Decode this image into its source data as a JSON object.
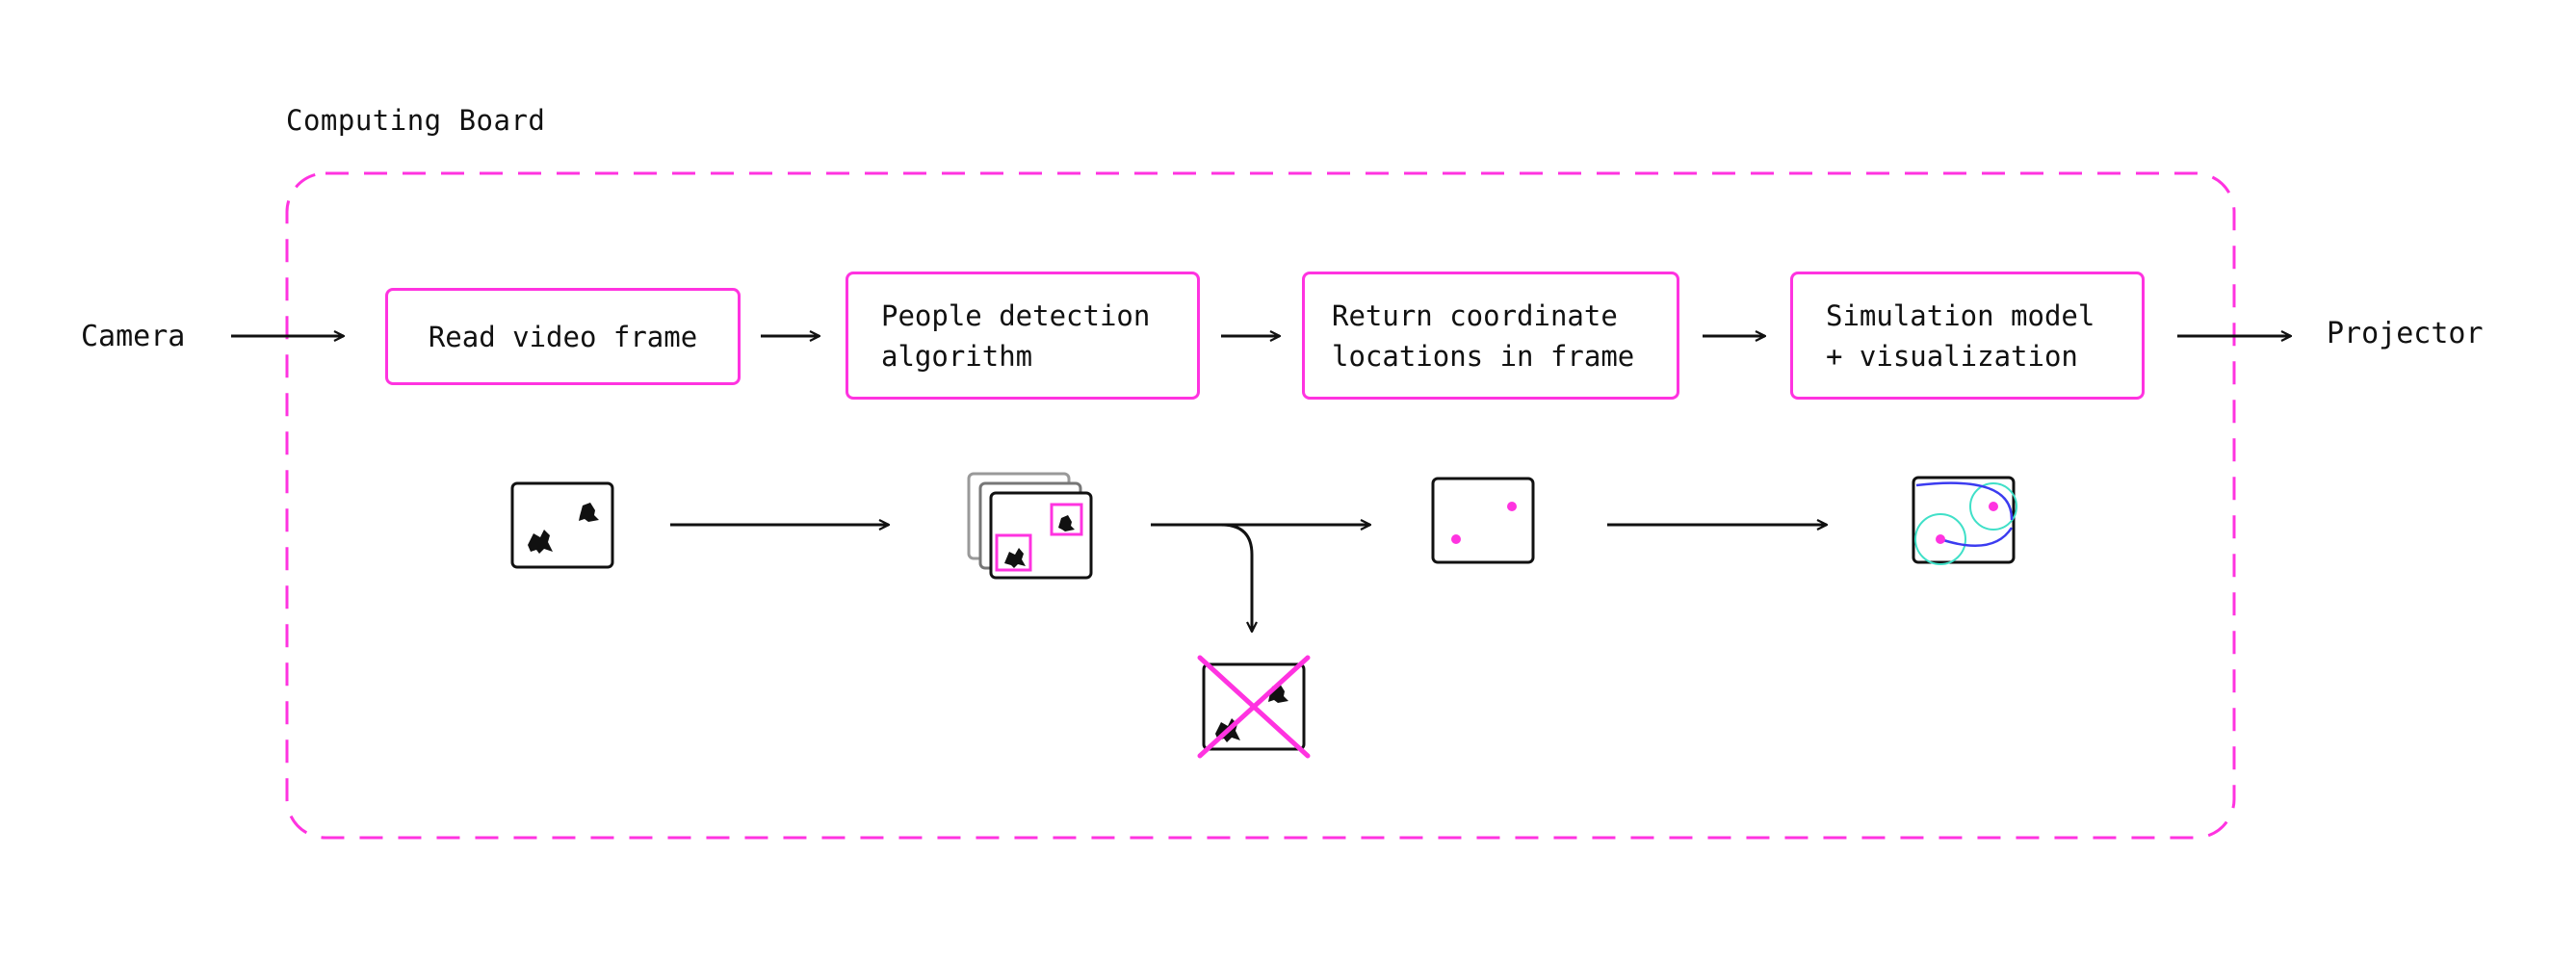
{
  "board": {
    "label": "Computing Board",
    "accent_color": "#ff33e0"
  },
  "endpoints": {
    "input": "Camera",
    "output": "Projector"
  },
  "steps": [
    {
      "label": "Read video frame"
    },
    {
      "label": "People detection\nalgorithm"
    },
    {
      "label": "Return coordinate\nlocations in frame"
    },
    {
      "label": "Simulation model\n+ visualization"
    }
  ],
  "icons": {
    "frame": "video-frame-icon",
    "detection": "detection-frames-icon",
    "points": "coordinate-points-icon",
    "visualization": "simulation-visualization-icon",
    "discarded": "discarded-frame-icon"
  },
  "colors": {
    "accent": "#ff33e0",
    "ink": "#111111",
    "ring": "#40e0c8",
    "curve": "#3c3cf0",
    "ghost_frame": "#999999"
  }
}
